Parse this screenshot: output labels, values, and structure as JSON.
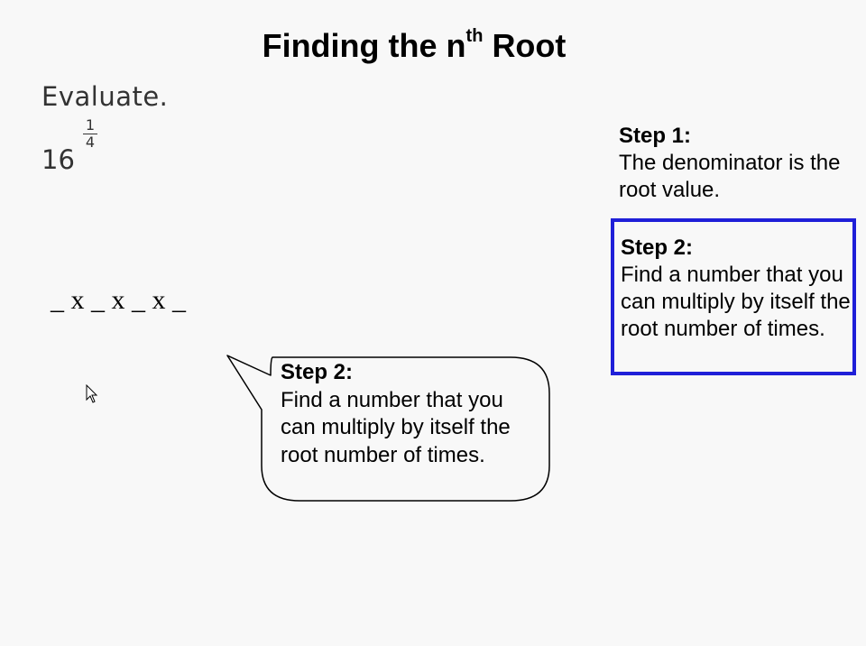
{
  "title": {
    "main": "Finding the n",
    "superscript": "th",
    "tail": "Root"
  },
  "problem": {
    "instruction": "Evaluate.",
    "base": "16",
    "exponent_numerator": "1",
    "exponent_denominator": "4"
  },
  "blanks": "_ x _ x _ x _",
  "step1": {
    "heading": "Step 1:",
    "text": "The denominator is the root value."
  },
  "step2_box": {
    "heading": "Step 2:",
    "text": "Find a number that you can multiply by itself the root number of times."
  },
  "callout": {
    "heading": "Step 2:",
    "text": "Find a number that you can multiply by itself the root number of times."
  },
  "colors": {
    "box_border": "#1f1fd8",
    "background": "#f8f8f8"
  },
  "icons": {
    "cursor": "mouse-pointer-icon"
  }
}
